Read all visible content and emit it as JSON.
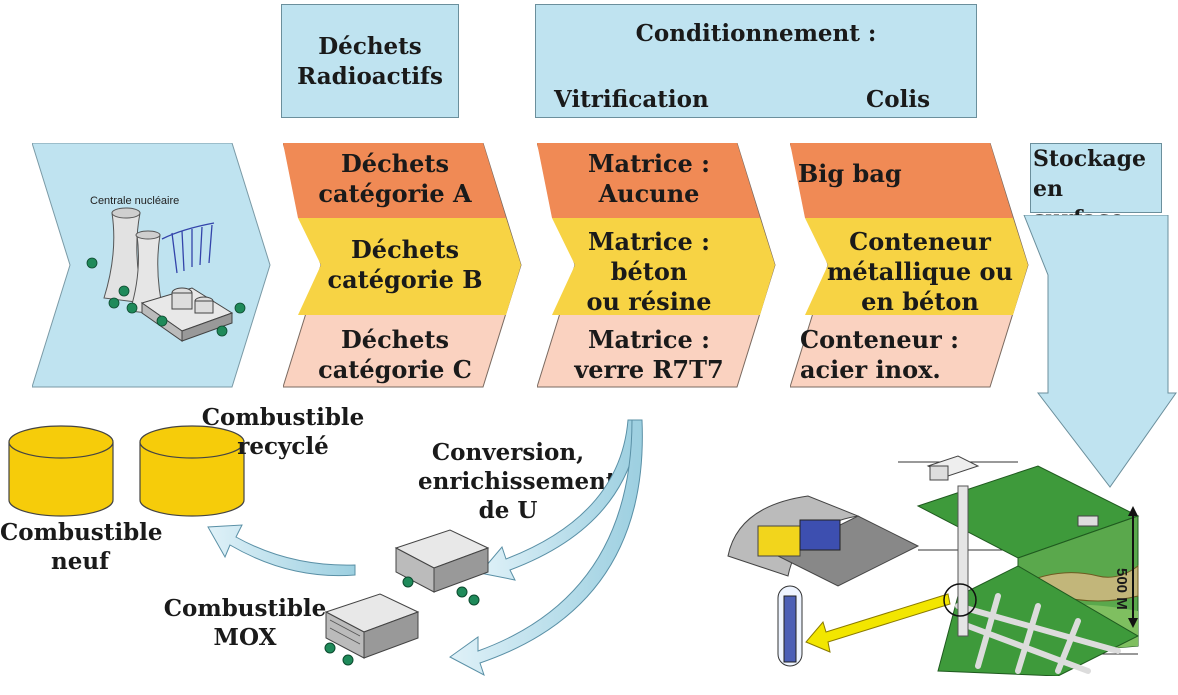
{
  "header": {
    "dechets_radioactifs": "Déchets\nRadioactifs",
    "conditionnement": "Conditionnement :",
    "vitrification": "Vitrification",
    "colis": "Colis"
  },
  "central": {
    "label": "Centrale nucléaire"
  },
  "categories": [
    {
      "label": "Déchets\ncatégorie A",
      "color": "#f08a55"
    },
    {
      "label": "Déchets\ncatégorie B",
      "color": "#f7d344"
    },
    {
      "label": "Déchets\ncatégorie C",
      "color": "#fad2c0"
    }
  ],
  "matrices": [
    {
      "label": "Matrice :\nAucune",
      "color": "#f08a55"
    },
    {
      "label": "Matrice :\nbéton\nou résine",
      "color": "#f7d344"
    },
    {
      "label": "Matrice :\nverre R7T7",
      "color": "#fad2c0"
    }
  ],
  "colis": [
    {
      "label": "Big bag",
      "color": "#f08a55"
    },
    {
      "label": "Conteneur\nmétallique ou\nen béton",
      "color": "#f7d344"
    },
    {
      "label": "Conteneur :\nacier inox.",
      "color": "#fad2c0"
    }
  ],
  "stockage": {
    "label": "Stockage\nen surface"
  },
  "fuel": {
    "neuf": "Combustible\nneuf",
    "recycle": "Combustible\nrecyclé",
    "conversion": "Conversion,\nenrichissement\nde U",
    "mox": "Combustible\nMOX"
  },
  "repository": {
    "depth": "500 M"
  },
  "colors": {
    "header_bg": "#bfe3f0",
    "chevron_blue": "#bfe3f0",
    "arrow_yellow": "#f2e600",
    "ground_green": "#3e9a3b"
  }
}
